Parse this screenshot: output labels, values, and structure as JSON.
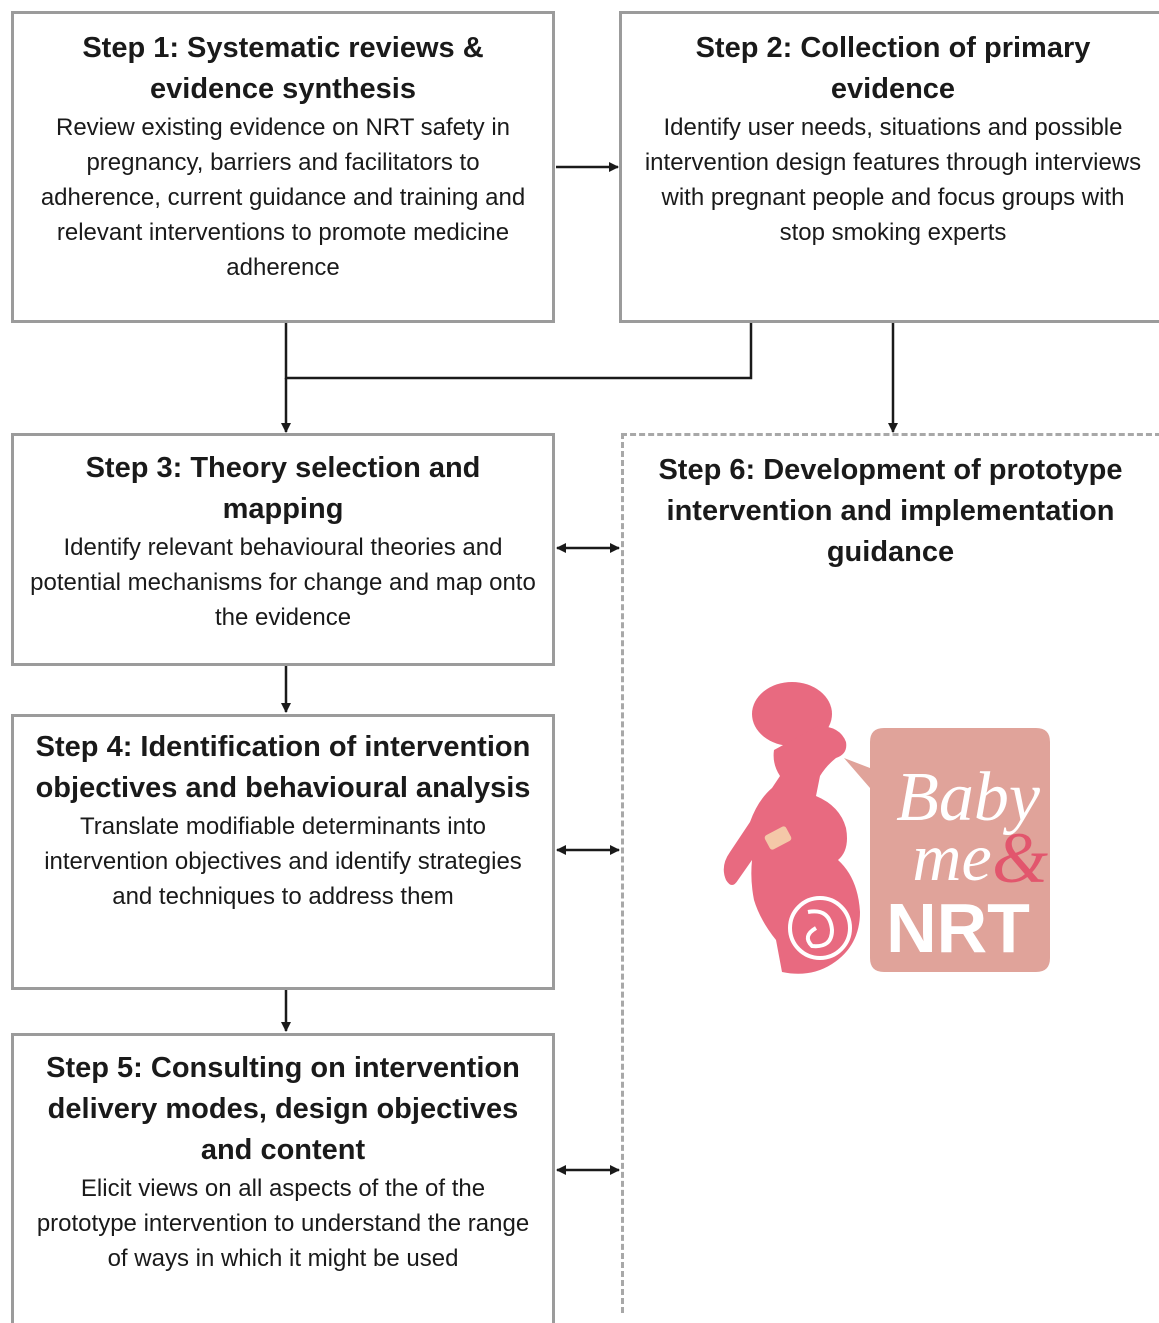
{
  "steps": [
    {
      "title": "Step 1: Systematic reviews & evidence synthesis",
      "description": "Review existing evidence on NRT safety in pregnancy, barriers and facilitators to adherence, current guidance and training and relevant interventions to promote medicine adherence"
    },
    {
      "title": "Step 2: Collection of primary evidence",
      "description": "Identify user needs, situations and possible intervention design features through interviews with pregnant people and focus groups with stop smoking experts"
    },
    {
      "title": "Step 3: Theory selection and mapping",
      "description": "Identify relevant behavioural theories and potential mechanisms for change and map onto the evidence"
    },
    {
      "title": "Step 4: Identification of intervention objectives and behavioural analysis",
      "description": "Translate modifiable determinants into intervention objectives and identify strategies and techniques to address them"
    },
    {
      "title": "Step 5: Consulting on intervention delivery modes, design objectives and content",
      "description": "Elicit views on all aspects of the of the prototype intervention to understand the range of ways in which it might be used"
    },
    {
      "title": "Step 6: Development of prototype intervention and implementation guidance",
      "description": ""
    }
  ],
  "logo": {
    "line1": "Baby",
    "line2": "me",
    "amp": "&",
    "line3": "NRT",
    "colors": {
      "figure": "#e86a80",
      "bubble": "#e0a39a",
      "text": "#ffffff",
      "amp": "#e2566d"
    }
  }
}
